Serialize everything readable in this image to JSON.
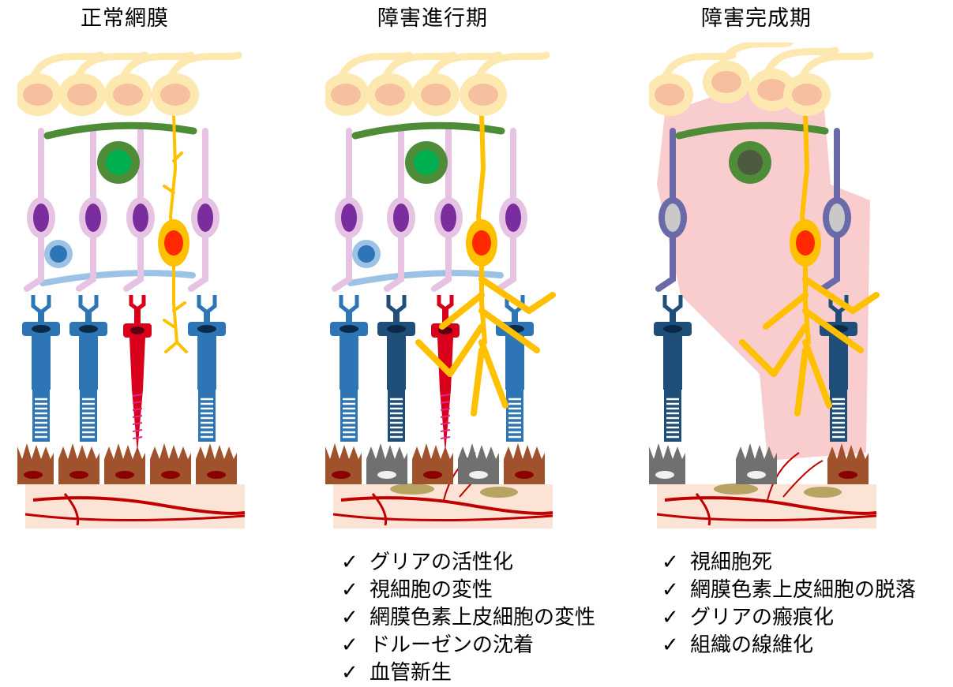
{
  "panels": [
    {
      "title": "正常網膜",
      "notes": []
    },
    {
      "title": "障害進行期",
      "notes": [
        "グリアの活性化",
        "視細胞の変性",
        "網膜色素上皮細胞の変性",
        "ドルーゼンの沈着",
        "血管新生"
      ]
    },
    {
      "title": "障害完成期",
      "notes": [
        "視細胞死",
        "網膜色素上皮細胞の脱落",
        "グリアの瘢痕化",
        "組織の線維化"
      ]
    }
  ],
  "check_mark": "✓",
  "colors": {
    "ganglion_body": "#fde8b0",
    "ganglion_nucleus": "#f5bfa0",
    "bipolar": "#e6c3e3",
    "bipolar_nucleus": "#7a2e9e",
    "amacrine": "#4e8c37",
    "amacrine_nucleus": "#00b050",
    "muller_glia": "#ffc000",
    "muller_nucleus": "#ff2a00",
    "horizontal": "#9cc2e5",
    "rod": "#2e75b6",
    "rod_degenerated": "#1f4e79",
    "cone": "#d9001b",
    "rpe": "#a0522d",
    "rpe_nucleus": "#8b0000",
    "rpe_degenerated": "#707070",
    "choroid": "#fbe4d5",
    "vessel": "#c00000",
    "drusen": "#b8a462",
    "scar": "#f8c8c8",
    "bipolar_degenerated": "#6b6aa8"
  }
}
